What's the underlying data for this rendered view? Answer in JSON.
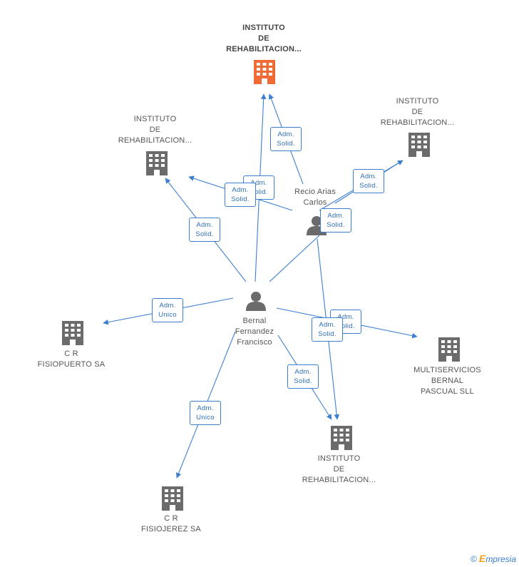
{
  "colors": {
    "edge": "#3c7fd0",
    "building": "#6b6b6b",
    "building_main": "#f06a35",
    "person": "#6b6b6b"
  },
  "nodes": {
    "inst_top": {
      "label": "INSTITUTO\nDE\nREHABILITACION...",
      "icon": "building-icon"
    },
    "inst_left": {
      "label": "INSTITUTO\nDE\nREHABILITACION...",
      "icon": "building-icon"
    },
    "inst_right": {
      "label": "INSTITUTO\nDE\nREHABILITACION...",
      "icon": "building-icon"
    },
    "recio": {
      "label": "Recio Arias\nCarlos",
      "icon": "person-icon"
    },
    "bernal": {
      "label": "Bernal\nFernandez\nFrancisco",
      "icon": "person-icon"
    },
    "cr_fisiopuerto": {
      "label": "C R\nFISIOPUERTO SA",
      "icon": "building-icon"
    },
    "multiservicios": {
      "label": "MULTISERVICIOS\nBERNAL\nPASCUAL SLL",
      "icon": "building-icon"
    },
    "inst_bottom": {
      "label": "INSTITUTO\nDE\nREHABILITACION...",
      "icon": "building-icon"
    },
    "cr_fisiojerez": {
      "label": "C R\nFISIOJEREZ SA",
      "icon": "building-icon"
    }
  },
  "edge_labels": {
    "e1": "Adm.\nSolid.",
    "e2": "Adm.\nSolid.",
    "e3": "Adm.\nSolid.",
    "e4": "Adm.\nSolid.",
    "e5": "Adm.\nSolid.",
    "e6": "Adm.\nSolid.",
    "e7": "Adm.\nUnico",
    "e8": "Adm.\nSolid.",
    "e9": "Adm.\nSolid.",
    "e10": "Adm.\nSolid.",
    "e11": "Adm.\nUnico"
  },
  "brand": {
    "copyright": "©",
    "initial": "E",
    "rest": "mpresia"
  }
}
